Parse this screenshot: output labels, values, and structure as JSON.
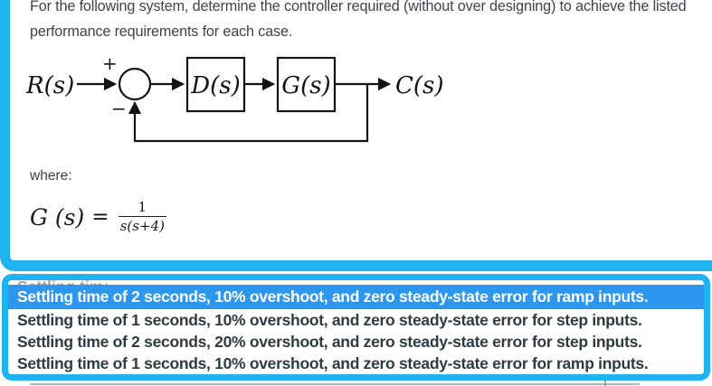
{
  "question": {
    "text": "For the following system, determine the controller required (without over designing) to achieve the listed performance requirements for each case.",
    "where_label": "where:"
  },
  "formula": {
    "lhs": "G (s)",
    "equals": "=",
    "numerator": "1",
    "denominator": "s(s+4)"
  },
  "diagram": {
    "input_label": "R(s)",
    "plus_sign": "+",
    "minus_sign": "−",
    "controller_label": "D(s)",
    "plant_label": "G(s)",
    "output_label": "C(s)"
  },
  "dropdown": {
    "options": [
      {
        "label": "Settling time of 2 seconds, 10% overshoot, and zero steady-state error for ramp inputs.",
        "selected": true
      },
      {
        "label": "Settling time of 1 seconds, 10% overshoot, and zero steady-state error for step inputs.",
        "selected": false
      },
      {
        "label": "Settling time of 2 seconds, 20% overshoot, and zero steady-state error for step inputs.",
        "selected": false
      },
      {
        "label": "Settling time of 1 seconds, 10% overshoot, and zero steady-state error for ramp inputs.",
        "selected": false
      }
    ]
  },
  "colors": {
    "accent_border": "#1fb3f2",
    "selection_highlight": "#2d96ee",
    "selection_text": "#ffffff",
    "body_text": "#2d3b45"
  }
}
